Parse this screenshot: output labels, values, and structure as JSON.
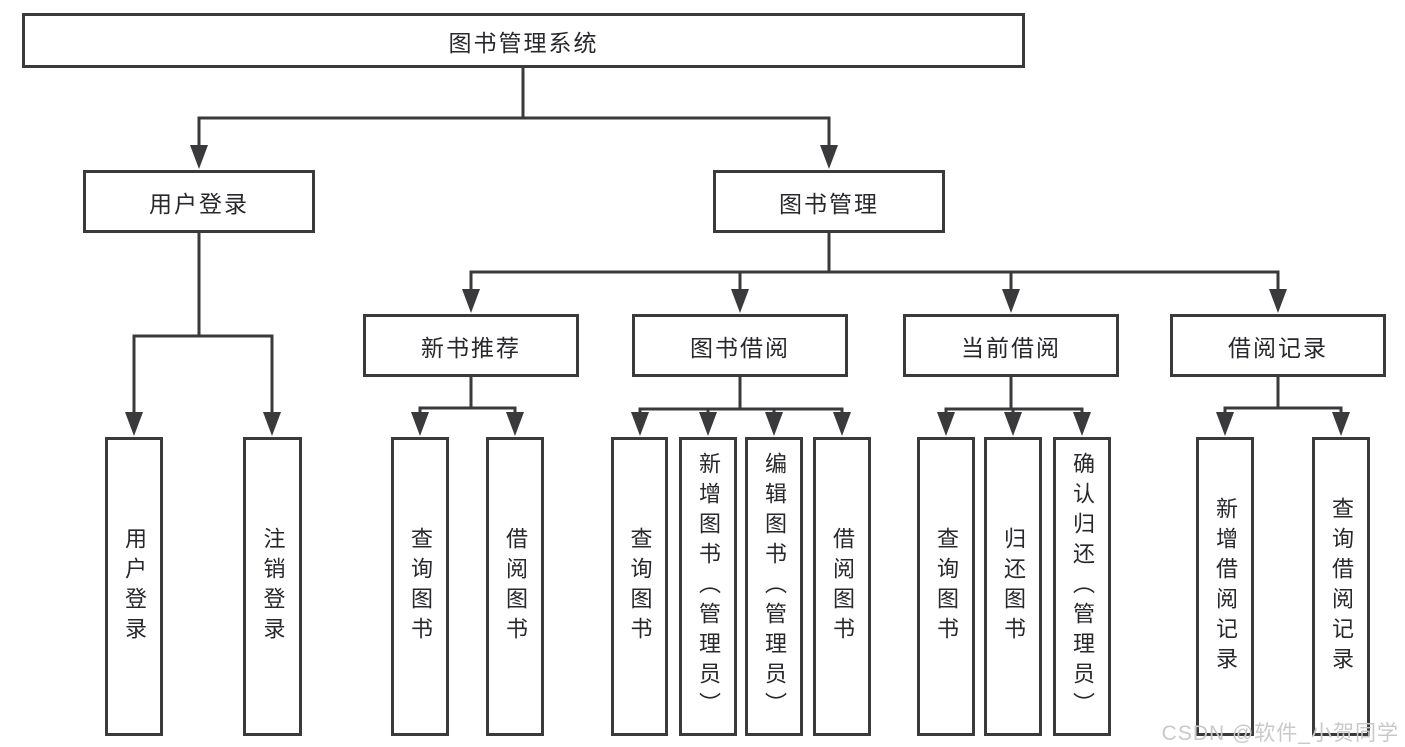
{
  "diagram": {
    "root_label": "图书管理系统",
    "level2": {
      "user_login": "用户登录",
      "book_mgmt": "图书管理"
    },
    "level3": {
      "new_book": "新书推荐",
      "borrow": "图书借阅",
      "current": "当前借阅",
      "records": "借阅记录"
    },
    "leaves": {
      "user_login": [
        "用户登录",
        "注销登录"
      ],
      "new_book": [
        "查询图书",
        "借阅图书"
      ],
      "borrow": [
        "查询图书",
        "新增图书（管理员）",
        "编辑图书（管理员）",
        "借阅图书"
      ],
      "current": [
        "查询图书",
        "归还图书",
        "确认归还（管理员）"
      ],
      "records": [
        "新增借阅记录",
        "查询借阅记录"
      ]
    }
  },
  "watermark": "CSDN @软件_小贺同学",
  "colors": {
    "line": "#3a3a3c",
    "text": "#28282c",
    "watermark": "#c9c9c9",
    "background": "#ffffff"
  }
}
